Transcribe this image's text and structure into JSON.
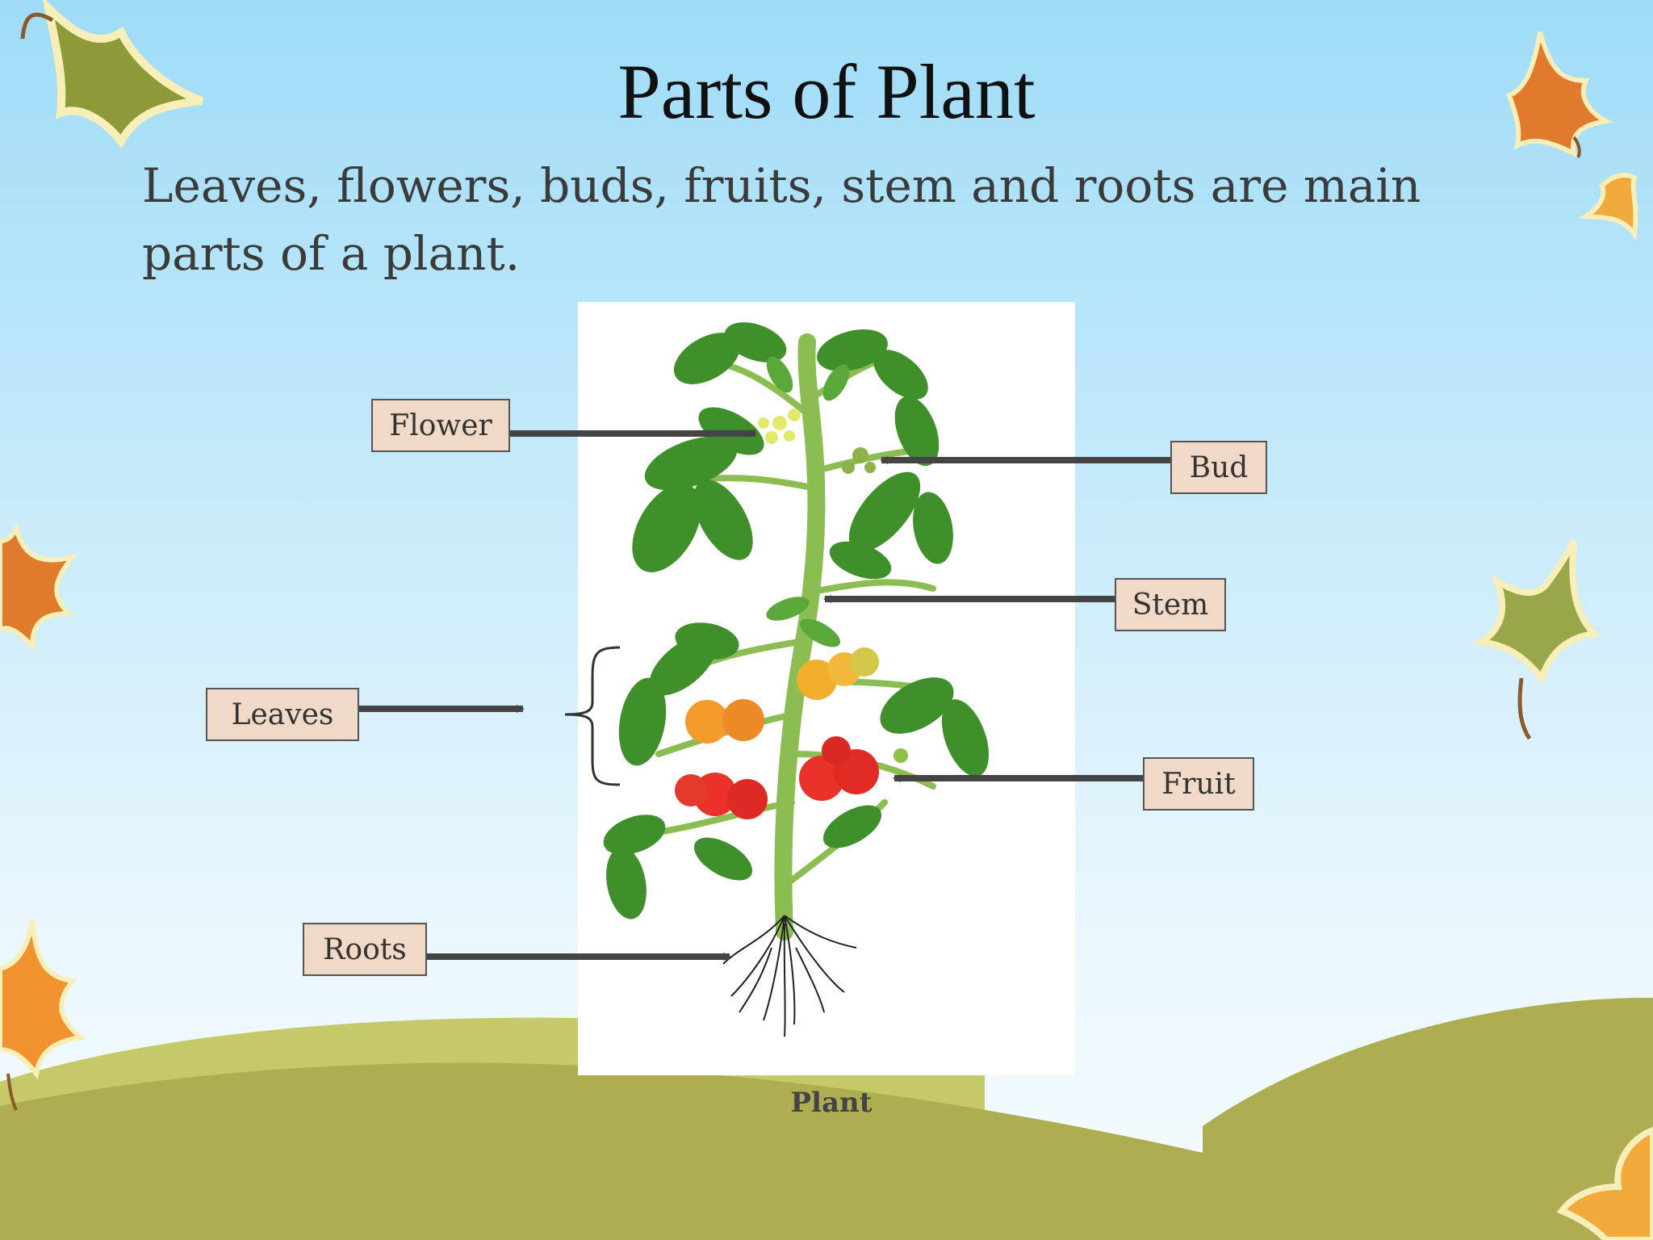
{
  "title": "Parts of Plant",
  "subtitle": "Leaves, flowers, buds, fruits, stem and roots are main parts of a plant.",
  "caption": "Plant",
  "labels": {
    "flower": "Flower",
    "bud": "Bud",
    "stem": "Stem",
    "leaves": "Leaves",
    "fruit": "Fruit",
    "roots": "Roots"
  },
  "colors": {
    "label_fill": "#f1d9c7",
    "arrow": "#444444",
    "sky_top": "#9fdcf7",
    "sky_bottom": "#f4fbfe",
    "hill_light": "#c5c967",
    "hill_dark": "#adad52"
  }
}
